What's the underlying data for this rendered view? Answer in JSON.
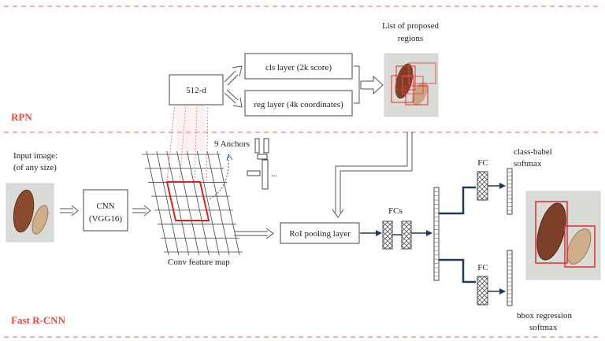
{
  "sections": {
    "rpn": "RPN",
    "fast_rcnn": "Fast R-CNN"
  },
  "colors": {
    "section_label": "#e8473f",
    "dashed_divider": "#e79a92",
    "arrow_dark": "#1f3a5f",
    "highlight_red": "#e02020",
    "grid_line": "#444444"
  },
  "input": {
    "label_line1": "Input image:",
    "label_line2": "(of any size)"
  },
  "cnn": {
    "line1": "CNN",
    "line2": "(VGG16)"
  },
  "feature_map": {
    "label": "Conv feature map"
  },
  "anchors": {
    "label": "9 Anchors",
    "ellipsis": "..."
  },
  "rpn_head": {
    "d512": "512-d",
    "cls_layer": "cls layer (2k score)",
    "reg_layer": "reg layer (4k coordinates)"
  },
  "proposals": {
    "label_line1": "List of proposed",
    "label_line2": "regions"
  },
  "roi": {
    "label": "RoI pooling layer"
  },
  "fcs": {
    "label": "FCs"
  },
  "fc_top": {
    "label": "FC",
    "out_line1": "class-babel",
    "out_line2": "softmax"
  },
  "fc_bottom": {
    "label": "FC",
    "out_line1": "bbox regression",
    "out_line2": "softmax"
  }
}
